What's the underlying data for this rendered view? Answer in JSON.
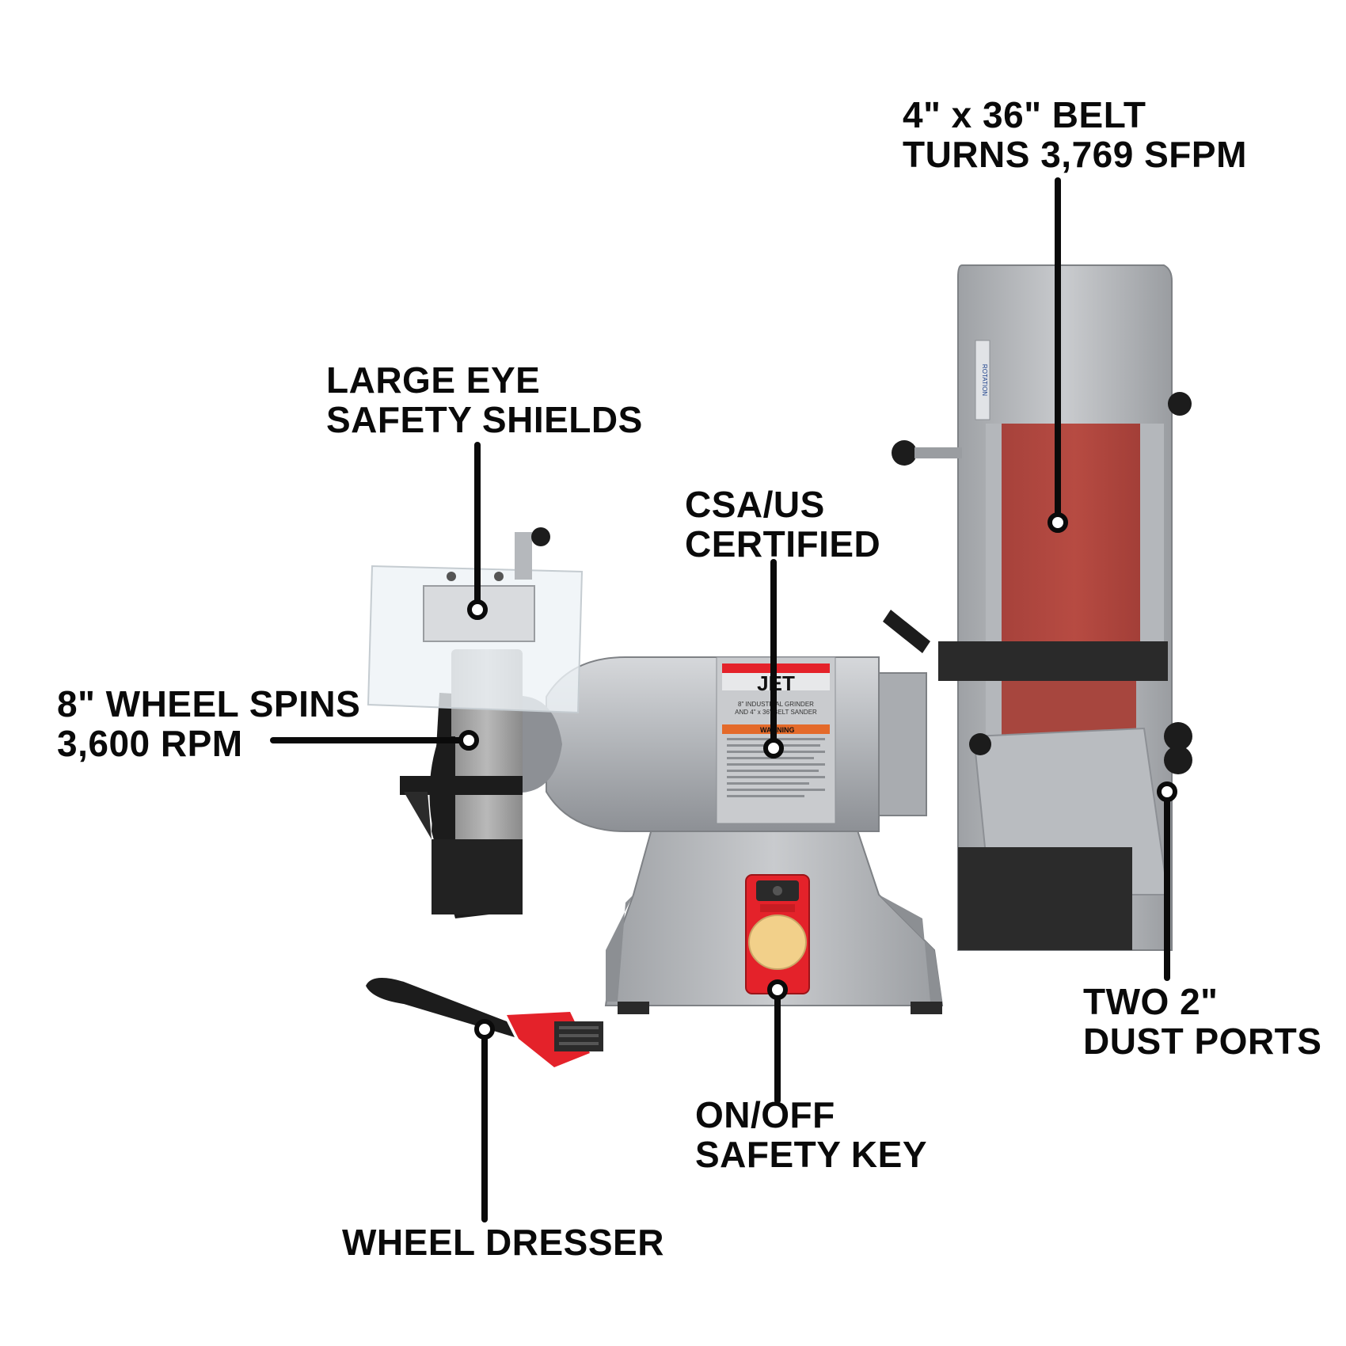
{
  "brand": {
    "logo_text": "JET",
    "nameplate_lines": [
      "8\" INDUSTRIAL GRINDER",
      "AND 4\" x 36\" BELT SANDER"
    ],
    "warning_label": "WARNING",
    "belt_direction_label": "ROTATION"
  },
  "callouts": {
    "belt": {
      "line1": "4\" x 36\" BELT",
      "line2": "TURNS 3,769 SFPM"
    },
    "shields": {
      "line1": "LARGE EYE",
      "line2": "SAFETY SHIELDS"
    },
    "certified": {
      "line1": "CSA/US",
      "line2": "CERTIFIED"
    },
    "wheel": {
      "line1": "8\" WHEEL SPINS",
      "line2": "3,600 RPM"
    },
    "dust": {
      "line1": "TWO 2\"",
      "line2": "DUST PORTS"
    },
    "key": {
      "line1": "ON/OFF",
      "line2": "SAFETY KEY"
    },
    "dresser": {
      "line1": "WHEEL DRESSER"
    }
  },
  "colors": {
    "belt": "#b0443c",
    "body": "#b9bcc0",
    "accent_red": "#e4222a",
    "key_cap": "#f2d08a",
    "tool_black": "#1c1c1c",
    "leader": "#0a0a0a"
  }
}
